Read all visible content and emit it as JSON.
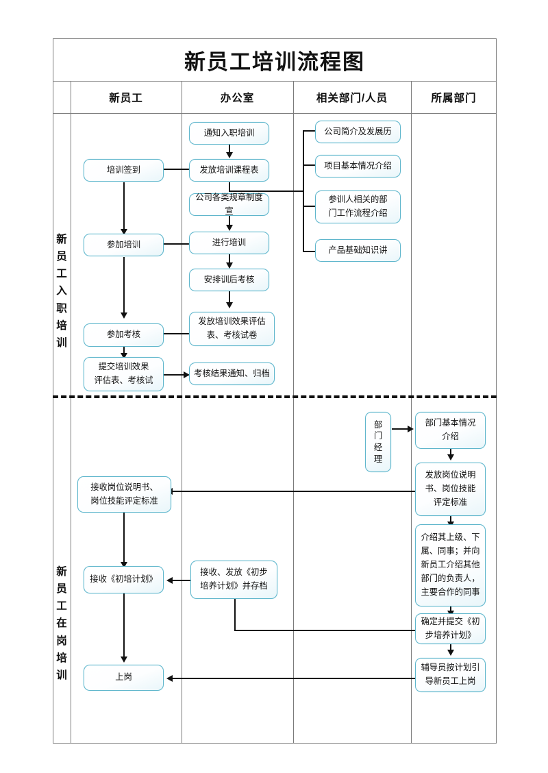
{
  "document": {
    "title": "新员工培训流程图"
  },
  "table": {
    "headers": [
      "新员工",
      "办公室",
      "相关部门/人员",
      "所属部门"
    ]
  },
  "lanes": [
    {
      "id": "onboarding",
      "label": "新员工入职培训",
      "chars": [
        "新",
        "员",
        "工",
        "入",
        "职",
        "培",
        "训"
      ]
    },
    {
      "id": "on-the-job",
      "label": "新员工在岗培训",
      "chars": [
        "新",
        "员",
        "工",
        "在",
        "岗",
        "培",
        "训"
      ]
    }
  ],
  "nodes": {
    "n01": "通知入职培训",
    "n02": "培训签到",
    "n03": "发放培训课程表",
    "n04": "公司简介及发展历",
    "n05": "项目基本情况介绍",
    "n06": "参训人相关的部门工作流程介绍",
    "n07": "产品基础知识讲",
    "n08": "公司各类规章制度宣",
    "n09": "参加培训",
    "n10": "进行培训",
    "n11": "安排训后考核",
    "n12": "参加考核",
    "n13": "发放培训效果评估表、考核试卷",
    "n14": "提交培训效果评估表、考核试",
    "n15": "考核结果通知、归档",
    "n16": "部门经理",
    "n17": "部门基本情况介绍",
    "n18": "发放岗位说明书、岗位技能评定标准",
    "n19": "接收岗位说明书、岗位技能评定标准",
    "n20": "介绍其上级、下属、同事；并向新员工介绍其他部门的负责人，主要合作的同事",
    "n21": "接收《初培计划》",
    "n22": "接收、发放《初步培养计划》并存档",
    "n23": "确定并提交《初步培养计划》",
    "n24": "上岗",
    "n25": "辅导员按计划引导新员工上岗"
  },
  "node_lines": {
    "n06": [
      "参训人相关的部",
      "门工作流程介绍"
    ],
    "n13": [
      "发放培训效果评估",
      "表、考核试卷"
    ],
    "n14": [
      "提交培训效果",
      "评估表、考核试"
    ],
    "n16": [
      "部",
      "门",
      "经",
      "理"
    ],
    "n17": [
      "部门基本情况",
      "介绍"
    ],
    "n18": [
      "发放岗位说明",
      "书、岗位技能",
      "评定标准"
    ],
    "n19": [
      "接收岗位说明书、",
      "岗位技能评定标准"
    ],
    "n20": [
      "介绍其上级、下",
      "属、同事；并向",
      "新员工介绍其他",
      "部门的负责人，",
      "主要合作的同事"
    ],
    "n22": [
      "接收、发放《初步",
      "培养计划》并存档"
    ],
    "n23": [
      "确定并提交《初",
      "步培养计划》"
    ],
    "n25": [
      "辅导员按计划引",
      "导新员工上岗"
    ]
  },
  "colors": {
    "box_border": "#5fb6cc",
    "box_fill": "#ffffff",
    "box_fill_tint": "#e9f6fa",
    "grid_line": "#7b7b7b",
    "connector": "#111111",
    "text": "#111111"
  }
}
